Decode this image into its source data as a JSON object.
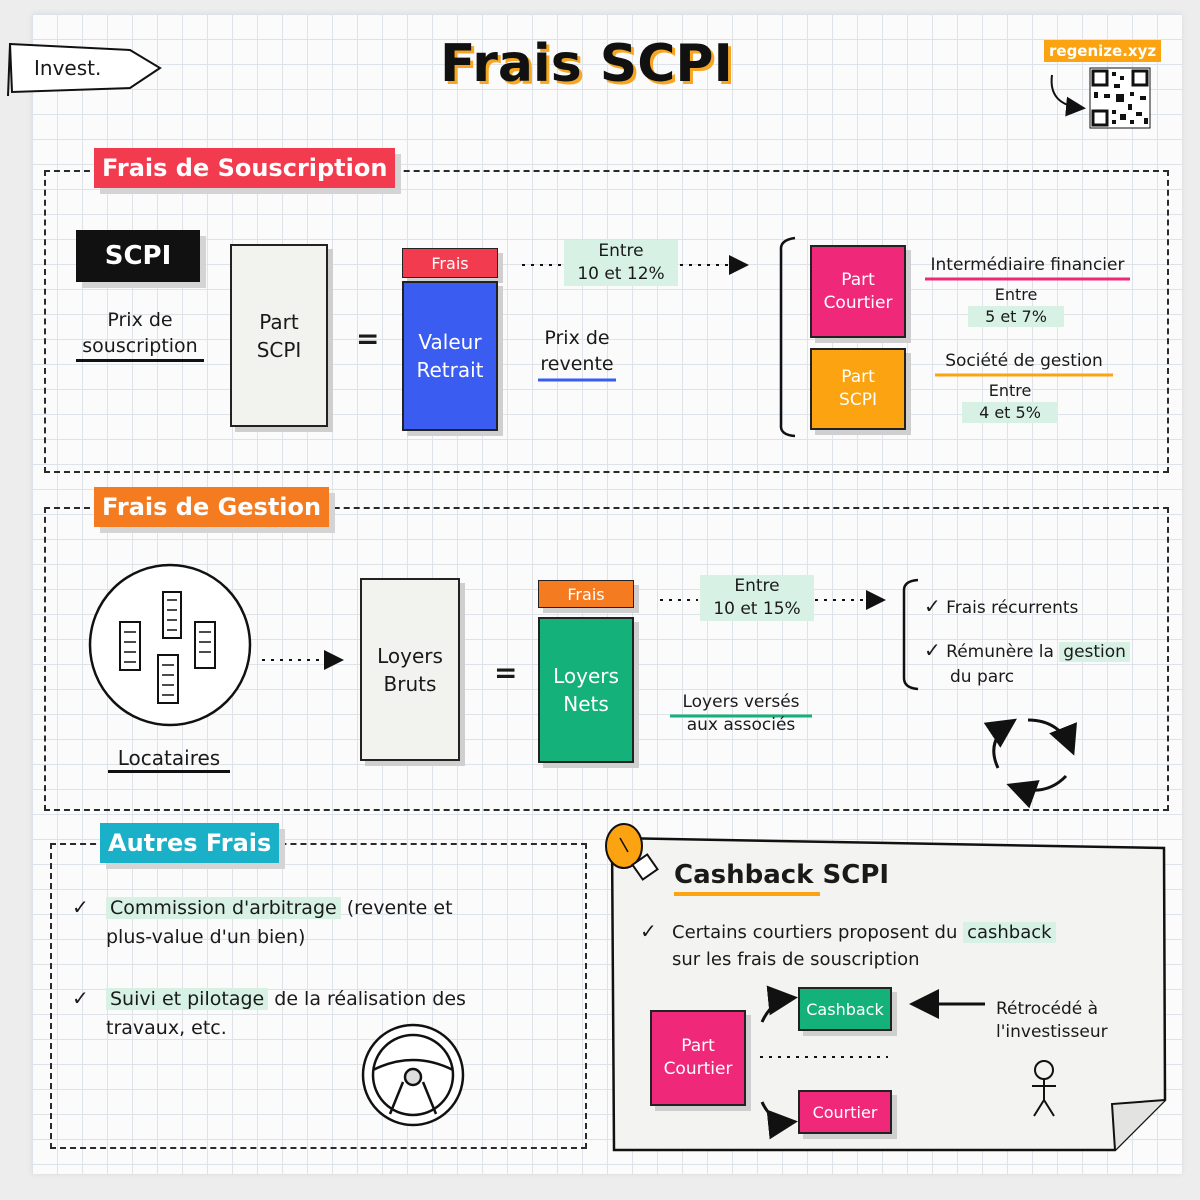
{
  "header": {
    "tag": "Invest.",
    "title": "Frais SCPI",
    "brand": "regenize.xyz"
  },
  "souscription": {
    "title": "Frais de Souscription",
    "scpi_label": "SCPI",
    "prix_line1": "Prix de",
    "prix_line2": "souscription",
    "part_line1": "Part",
    "part_line2": "SCPI",
    "equals": "=",
    "frais_tag": "Frais",
    "valeur_line1": "Valeur",
    "valeur_line2": "Retrait",
    "revente_line1": "Prix de",
    "revente_line2": "revente",
    "range_line1": "Entre",
    "range_line2": "10 et 12%",
    "courtier_line1": "Part",
    "courtier_line2": "Courtier",
    "part_scpi_line1": "Part",
    "part_scpi_line2": "SCPI",
    "intermediaire": "Intermédiaire financier",
    "inter_line1": "Entre",
    "inter_line2": "5 et 7%",
    "societe": "Société de gestion",
    "soc_line1": "Entre",
    "soc_line2": "4 et 5%"
  },
  "gestion": {
    "title": "Frais de Gestion",
    "locataires": "Locataires",
    "loyers_line1": "Loyers",
    "loyers_line2": "Bruts",
    "equals": "=",
    "frais_tag": "Frais",
    "nets_line1": "Loyers",
    "nets_line2": "Nets",
    "verses_line1": "Loyers versés",
    "verses_line2": "aux associés",
    "range_line1": "Entre",
    "range_line2": "10 et 15%",
    "bullet1": "Frais récurrents",
    "bullet2_a": "Rémunère la",
    "bullet2_b": "gestion",
    "bullet2_c": "du parc"
  },
  "autres": {
    "title": "Autres Frais",
    "item1_hl": "Commission d'arbitrage",
    "item1_rest": " (revente et",
    "item1_line2": "plus-value d'un bien)",
    "item2_hl": "Suivi et pilotage",
    "item2_rest": " de la réalisation des",
    "item2_line2": "travaux, etc."
  },
  "cashback": {
    "title": "Cashback SCPI",
    "text_a": "Certains courtiers proposent du",
    "text_hl": "cashback",
    "text_line2": "sur les frais de souscription",
    "courtier_line1": "Part",
    "courtier_line2": "Courtier",
    "cashback_box": "Cashback",
    "courtier_box": "Courtier",
    "retro_line1": "Rétrocédé à",
    "retro_line2": "l'investisseur"
  },
  "colors": {
    "red": "#f23b4e",
    "orange": "#f47b20",
    "teal": "#1ab0c8",
    "blue": "#3b5cf0",
    "green": "#14b27a",
    "pink": "#f0287a",
    "amber": "#fca311",
    "title_shadow": "#f6a623",
    "mint": "#d7f2e4"
  }
}
